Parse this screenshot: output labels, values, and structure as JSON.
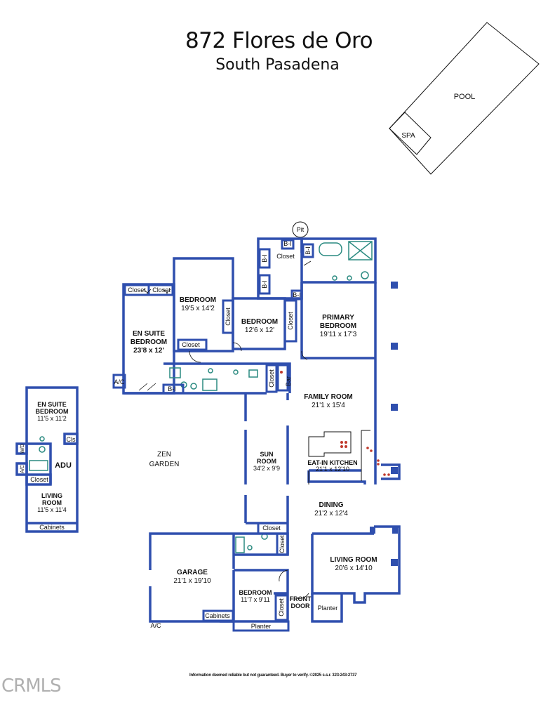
{
  "header": {
    "address": "872 Flores de Oro",
    "city": "South Pasadena"
  },
  "outdoor": {
    "pool": "POOL",
    "spa": "SPA",
    "pit": "Pit",
    "zen_garden": [
      "ZEN",
      "GARDEN"
    ]
  },
  "rooms": {
    "en_suite_bedroom": {
      "name": [
        "EN SUITE",
        "BEDROOM"
      ],
      "dims": "23'8 x 12'"
    },
    "bedroom_1": {
      "name": "BEDROOM",
      "dims": "19'5 x 14'2"
    },
    "bedroom_2": {
      "name": "BEDROOM",
      "dims": "12'6 x 12'"
    },
    "primary_bedroom": {
      "name": [
        "PRIMARY",
        "BEDROOM"
      ],
      "dims": "19'11 x 17'3"
    },
    "family_room": {
      "name": "FAMILY ROOM",
      "dims": "21'1 x 15'4"
    },
    "sun_room": {
      "name": [
        "SUN",
        "ROOM"
      ],
      "dims": "34'2 x 9'9"
    },
    "kitchen": {
      "name": "EAT-IN KITCHEN",
      "dims": "21'1 x 12'10"
    },
    "dining": {
      "name": "DINING",
      "dims": "21'2 x 12'4"
    },
    "living_room": {
      "name": "LIVING ROOM",
      "dims": "20'6 x 14'10"
    },
    "garage": {
      "name": "GARAGE",
      "dims": "21'1 x 19'10"
    },
    "bedroom_3": {
      "name": "BEDROOM",
      "dims": "11'7 x 9'11"
    },
    "front_door": [
      "FRONT",
      "DOOR"
    ]
  },
  "adu": {
    "bedroom": {
      "name": [
        "EN SUITE",
        "BEDROOM"
      ],
      "dims": "11'5 x 11'2"
    },
    "label": "ADU",
    "living": {
      "name": [
        "LIVING",
        "ROOM"
      ],
      "dims": "11'5 x 11'4"
    },
    "closet": "Closet",
    "cls": "Cls",
    "wd": "W/D",
    "ac": "A/C",
    "cabinets": "Cabinets"
  },
  "fixtures": {
    "closet": "Closet",
    "bi": "B-I",
    "bar": "Bar",
    "ac": "A/C",
    "cabinets": "Cabinets",
    "planter": "Planter"
  },
  "colors": {
    "wall": "#2f4fae",
    "ink": "#111111",
    "fixture": "#2a8a80",
    "accent": "#c0392b"
  },
  "footer": {
    "disclaimer": "Information deemed reliable but not guaranteed. Buyer to verify. ©2025 s.s.r. 323-243-2737",
    "watermark": "CRMLS"
  }
}
